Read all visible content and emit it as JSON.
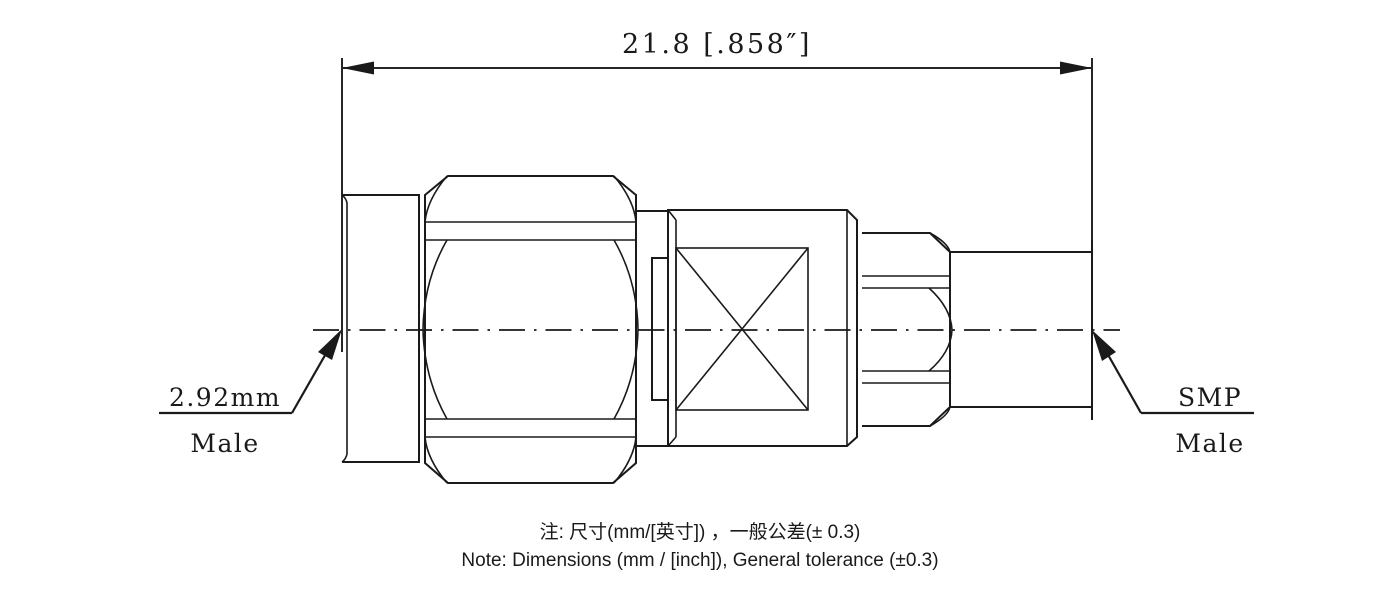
{
  "drawing": {
    "type": "mechanical-outline-drawing",
    "subject": "RF coaxial adapter, 2.92mm Male to SMP Male",
    "dimension": {
      "name": "overall-length",
      "label": "21.8 [.858″]",
      "value_mm": "21.8",
      "value_inch": ".858″",
      "units": "mm / inch"
    },
    "callouts": [
      {
        "id": "left-connector",
        "line1": "2.92mm",
        "line2": "Male",
        "side": "left"
      },
      {
        "id": "right-connector",
        "line1": "SMP",
        "line2": "Male",
        "side": "right"
      }
    ],
    "notes": {
      "chinese": "注: 尺寸(mm/[英寸]) ，一般公差(± 0.3)",
      "english": "Note: Dimensions (mm / [inch]), General tolerance (±0.3)"
    },
    "colors": {
      "line": "#1a1a1a",
      "background": "#ffffff",
      "dimension": "#262626"
    }
  }
}
